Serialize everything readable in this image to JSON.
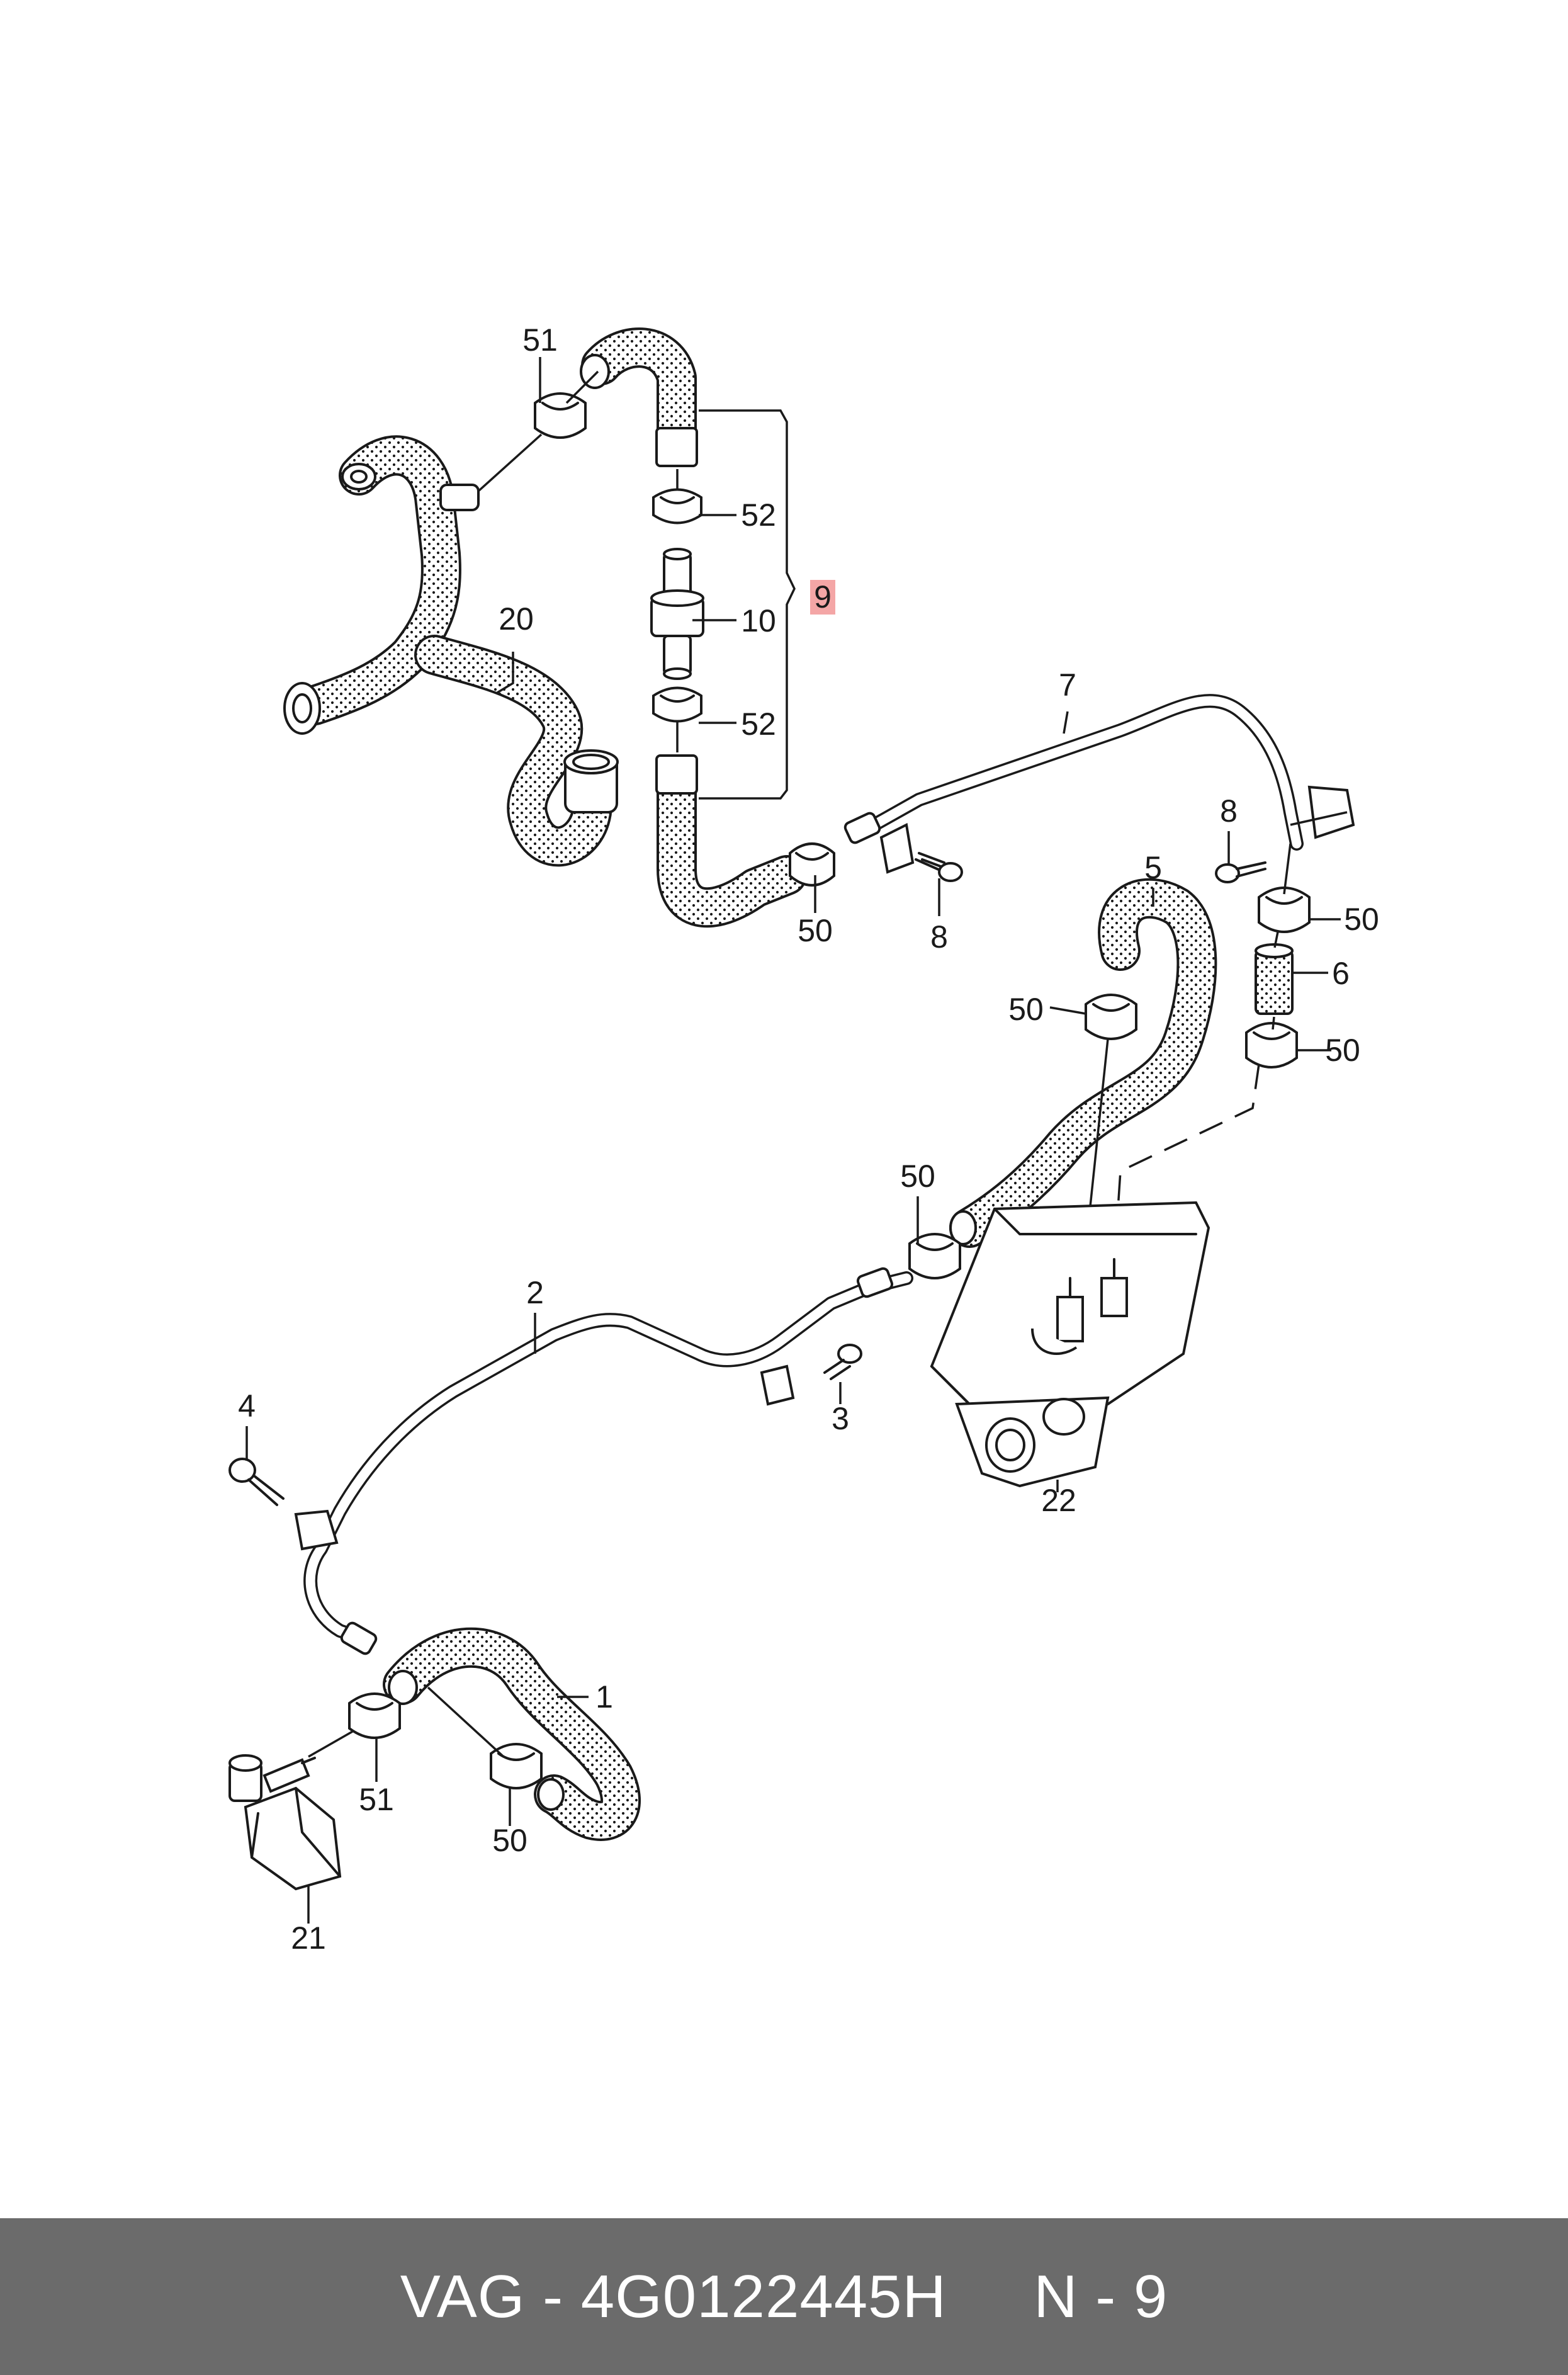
{
  "labels": {
    "p1": "1",
    "p2": "2",
    "p3": "3",
    "p4": "4",
    "p5": "5",
    "p6": "6",
    "p7": "7",
    "p8a": "8",
    "p8b": "8",
    "p9": "9",
    "p10": "10",
    "p20": "20",
    "p21": "21",
    "p22": "22",
    "p50a": "50",
    "p50b": "50",
    "p50c": "50",
    "p50d": "50",
    "p50e": "50",
    "p50f": "50",
    "p51a": "51",
    "p51b": "51",
    "p52a": "52",
    "p52b": "52"
  },
  "highlight_color": "#f4a6a6",
  "footer": {
    "text": "VAG - 4G0122445H     N - 9",
    "background": "#6b6b6b",
    "color": "#ffffff"
  }
}
